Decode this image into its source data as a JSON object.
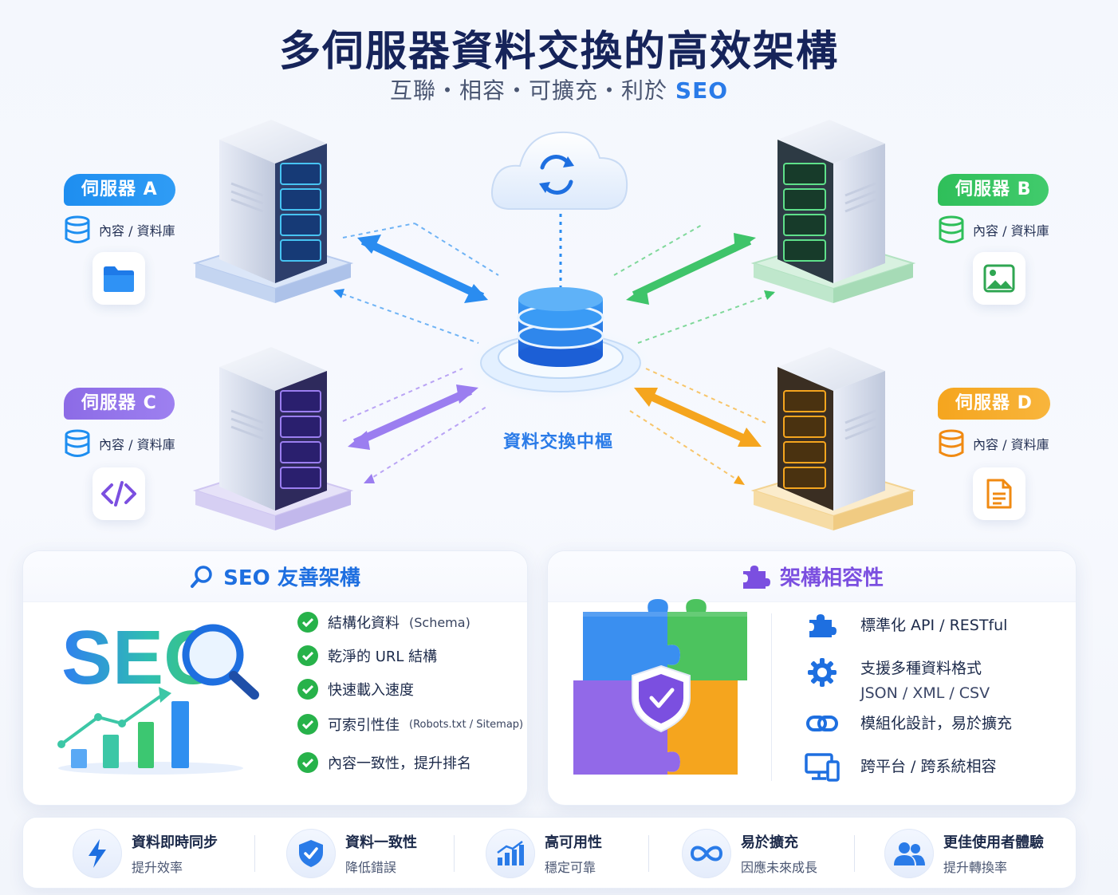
{
  "header": {
    "title": "多伺服器資料交換的高效架構",
    "subtitle_prefix": "互聯・相容・可擴充・利於",
    "subtitle_highlight": "SEO"
  },
  "servers": [
    {
      "label": "伺服器 A",
      "db_label": "內容 / 資料庫",
      "color": "#1e8ef0",
      "icon": "folder-icon"
    },
    {
      "label": "伺服器 B",
      "db_label": "內容 / 資料庫",
      "color": "#2fbf5a",
      "icon": "image-icon"
    },
    {
      "label": "伺服器 C",
      "db_label": "內容 / 資料庫",
      "color": "#8c6be6",
      "icon": "code-icon"
    },
    {
      "label": "伺服器 D",
      "db_label": "內容 / 資料庫",
      "color": "#f5a51e",
      "icon": "document-icon"
    }
  ],
  "hub": {
    "label": "資料交換中樞",
    "icon": "cloud-sync-icon"
  },
  "seo_panel": {
    "title": "SEO 友善架構",
    "logo_text": "SEO",
    "items": [
      {
        "text": "結構化資料",
        "note": "(Schema)"
      },
      {
        "text": "乾淨的 URL 結構",
        "note": ""
      },
      {
        "text": "快速載入速度",
        "note": ""
      },
      {
        "text": "可索引性佳",
        "note": "(Robots.txt / Sitemap)"
      },
      {
        "text": "內容一致性，提升排名",
        "note": ""
      }
    ]
  },
  "compat_panel": {
    "title": "架構相容性",
    "items": [
      {
        "line1": "標準化 API / RESTful",
        "line2": "",
        "icon": "puzzle-icon"
      },
      {
        "line1": "支援多種資料格式",
        "line2": "JSON / XML / CSV",
        "icon": "gear-icon"
      },
      {
        "line1": "模組化設計，易於擴充",
        "line2": "",
        "icon": "link-icon"
      },
      {
        "line1": "跨平台 / 跨系統相容",
        "line2": "",
        "icon": "devices-icon"
      }
    ]
  },
  "features": [
    {
      "title": "資料即時同步",
      "desc": "提升效率",
      "icon": "lightning-icon"
    },
    {
      "title": "資料一致性",
      "desc": "降低錯誤",
      "icon": "shield-check-icon"
    },
    {
      "title": "高可用性",
      "desc": "穩定可靠",
      "icon": "bar-chart-icon"
    },
    {
      "title": "易於擴充",
      "desc": "因應未來成長",
      "icon": "infinity-icon"
    },
    {
      "title": "更佳使用者體驗",
      "desc": "提升轉換率",
      "icon": "users-icon"
    }
  ],
  "colors": {
    "blue": "#1e8ef0",
    "green": "#2fbf5a",
    "purple": "#8c6be6",
    "orange": "#f5a51e",
    "navy": "#16245a"
  }
}
